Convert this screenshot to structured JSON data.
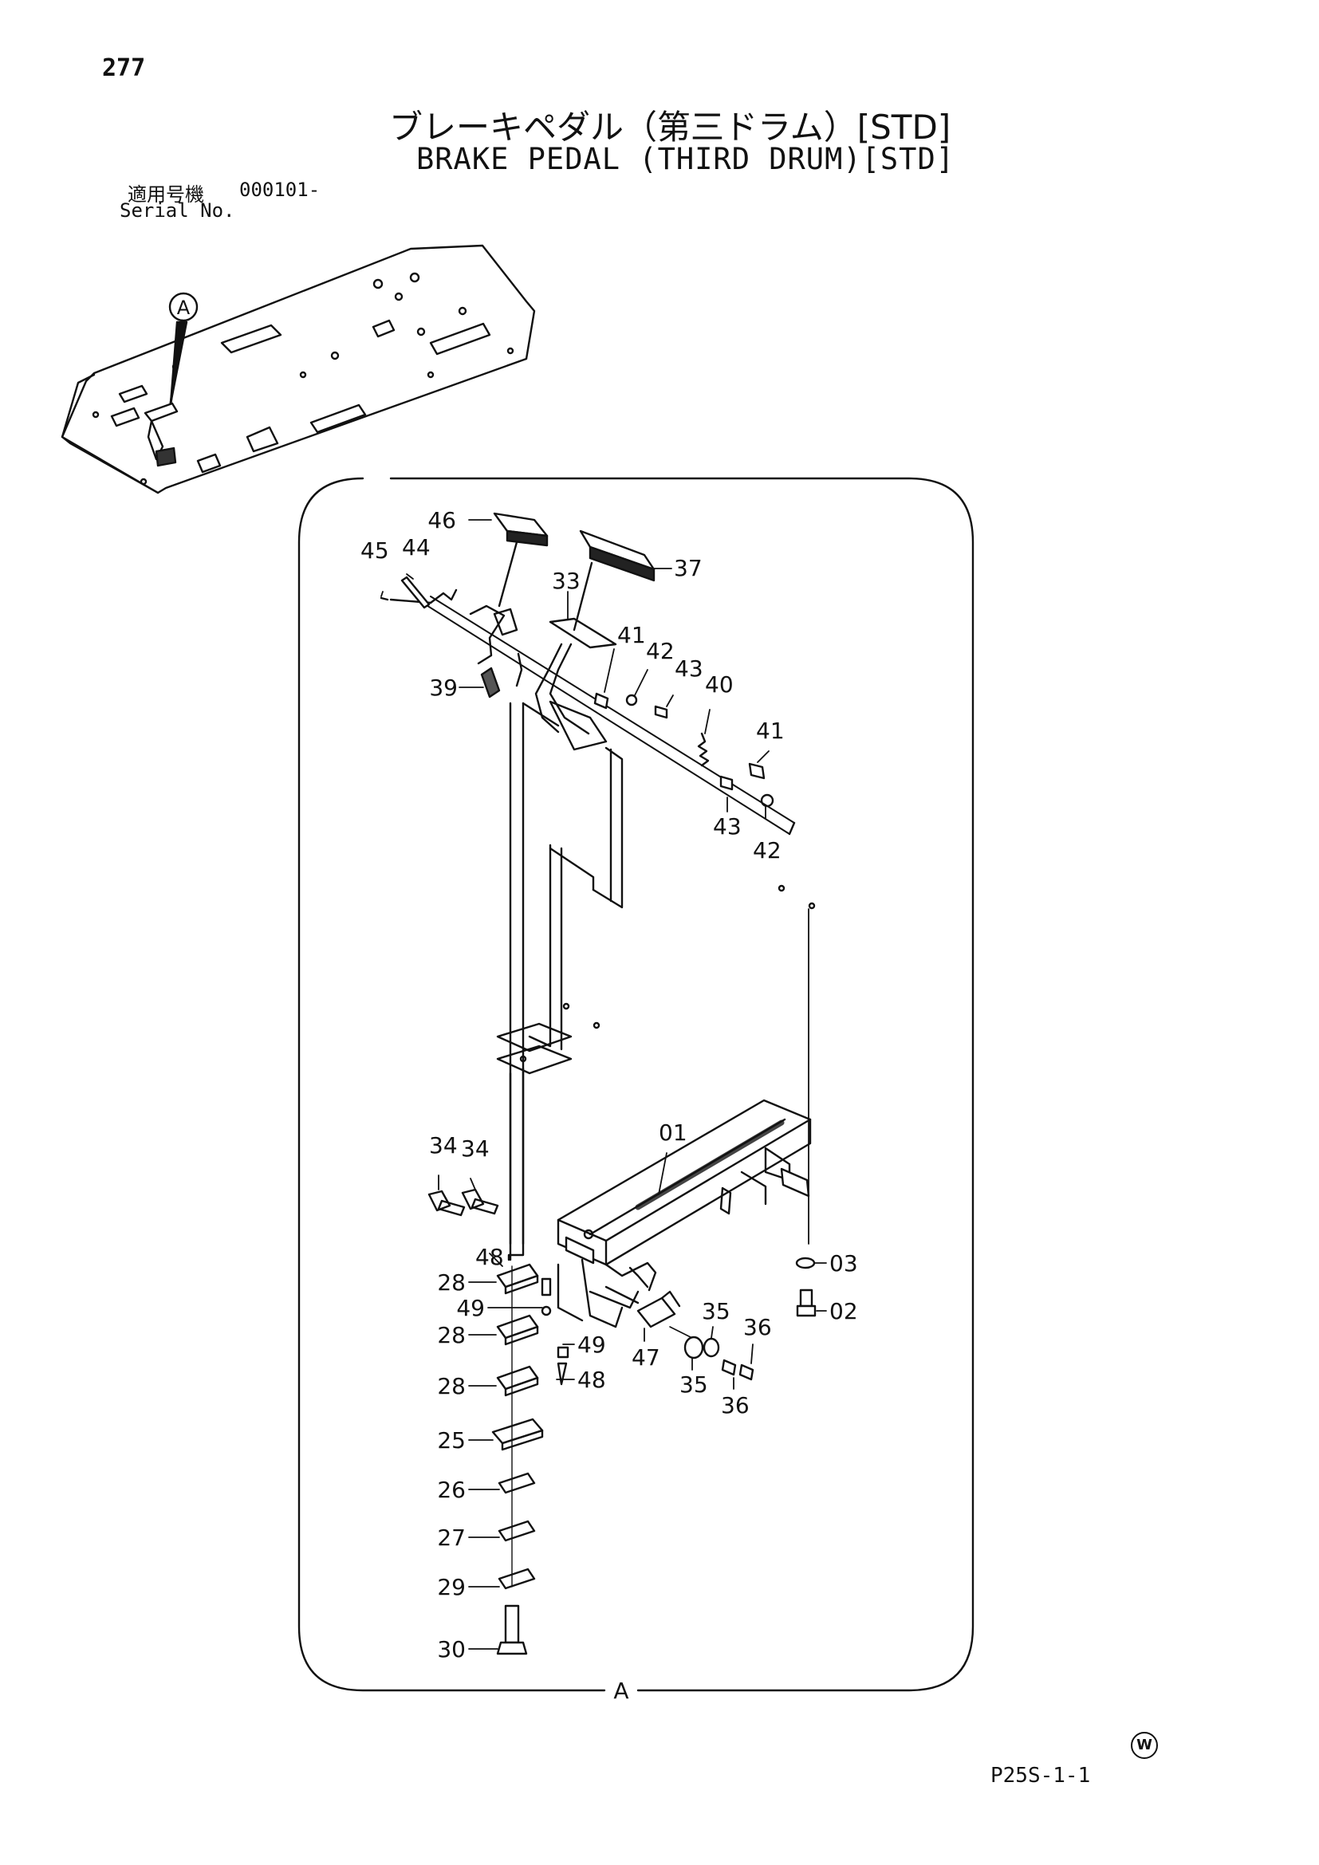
{
  "header": {
    "page_number": "277",
    "title_jp": "ブレーキペダル（第三ドラム）[STD]",
    "title_en": "BRAKE PEDAL (THIRD DRUM)[STD]"
  },
  "serial": {
    "label_jp": "適用号機",
    "value": "000101-",
    "label_en": "Serial No."
  },
  "overview": {
    "callout": "A"
  },
  "detail": {
    "view_label": "A"
  },
  "callouts": [
    {
      "id": "c46a",
      "label": "46"
    },
    {
      "id": "c37",
      "label": "37"
    },
    {
      "id": "c45",
      "label": "45"
    },
    {
      "id": "c44",
      "label": "44"
    },
    {
      "id": "c33",
      "label": "33"
    },
    {
      "id": "c41a",
      "label": "41"
    },
    {
      "id": "c42a",
      "label": "42"
    },
    {
      "id": "c43a",
      "label": "43"
    },
    {
      "id": "c40",
      "label": "40"
    },
    {
      "id": "c41b",
      "label": "41"
    },
    {
      "id": "c39",
      "label": "39"
    },
    {
      "id": "c43b",
      "label": "43"
    },
    {
      "id": "c42b",
      "label": "42"
    },
    {
      "id": "c01",
      "label": "01"
    },
    {
      "id": "c34a",
      "label": "34"
    },
    {
      "id": "c34b",
      "label": "34"
    },
    {
      "id": "c48a",
      "label": "48"
    },
    {
      "id": "c28a",
      "label": "28"
    },
    {
      "id": "c49a",
      "label": "49"
    },
    {
      "id": "c28b",
      "label": "28"
    },
    {
      "id": "c49b",
      "label": "49"
    },
    {
      "id": "c48b",
      "label": "48"
    },
    {
      "id": "c28c",
      "label": "28"
    },
    {
      "id": "c03",
      "label": "03"
    },
    {
      "id": "c02",
      "label": "02"
    },
    {
      "id": "c35a",
      "label": "35"
    },
    {
      "id": "c36a",
      "label": "36"
    },
    {
      "id": "c47",
      "label": "47"
    },
    {
      "id": "c35b",
      "label": "35"
    },
    {
      "id": "c36b",
      "label": "36"
    },
    {
      "id": "c25",
      "label": "25"
    },
    {
      "id": "c26",
      "label": "26"
    },
    {
      "id": "c27",
      "label": "27"
    },
    {
      "id": "c29",
      "label": "29"
    },
    {
      "id": "c30",
      "label": "30"
    }
  ],
  "footer": {
    "drawing_code": "P25S-1-1",
    "mark": "W"
  }
}
